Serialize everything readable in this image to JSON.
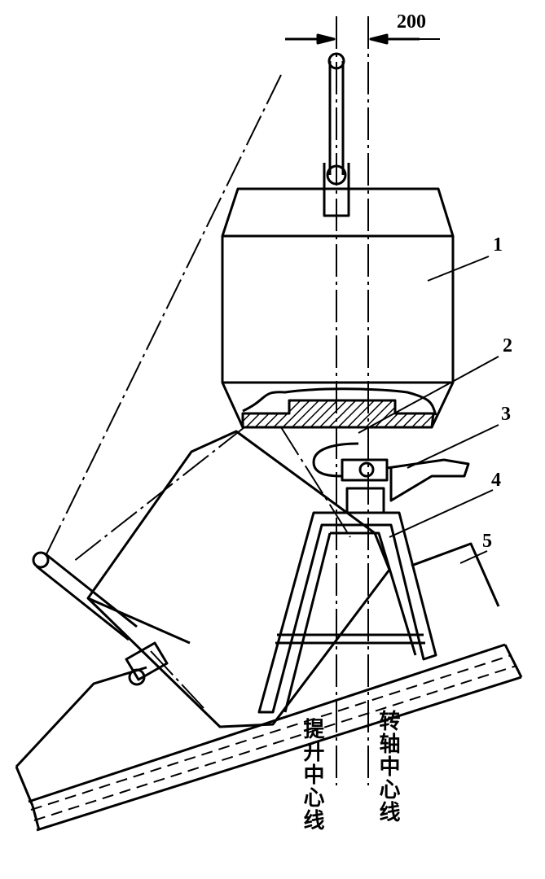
{
  "dimension": "200",
  "parts": [
    "1",
    "2",
    "3",
    "4",
    "5"
  ],
  "centerlines": {
    "lift": "提升中心线",
    "rotation": "转轴中心线"
  },
  "colors": {
    "line": "#000000",
    "background": "#ffffff"
  }
}
